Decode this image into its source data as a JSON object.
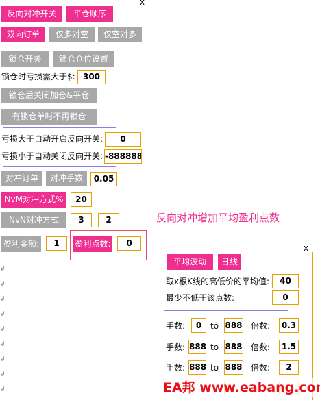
{
  "panel": {
    "close": "x",
    "btn_reverse_hedge": "反向对冲开关",
    "btn_close_order": "平仓顺序",
    "btn_dual_order": "双向订单",
    "btn_long_hedge_short": "仅多对空",
    "btn_short_hedge_long": "仅空对多",
    "btn_lock_switch": "锁仓开关",
    "btn_lock_position_settings": "锁仓仓位设置",
    "lock_loss_label": "锁仓时亏损需大于$:",
    "lock_loss_value": "300",
    "btn_close_add_after_lock": "锁仓后关闭加仓&平仓",
    "btn_no_relock": "有锁仓单时不再锁仓",
    "auto_on_label": "亏损大于自动开启反向开关:",
    "auto_on_value": "0",
    "auto_off_label": "亏损小于自动关闭反向开关:",
    "auto_off_value": "-888888",
    "btn_hedge_order": "对冲订单",
    "btn_hedge_lots": "对冲手数",
    "hedge_lots_value": "0.05",
    "btn_nvm": "NvM对冲方式%",
    "nvm_value": "20",
    "btn_nvn": "NvN对冲方式",
    "nvn_value1": "3",
    "nvn_value2": "2",
    "btn_profit_amount": "盈利金额:",
    "profit_amount_value": "1",
    "btn_profit_points": "盈利点数:",
    "profit_points_value": "0"
  },
  "annotation": {
    "text": "反向对冲增加平均盈利点数",
    "color": "#ee2f8f"
  },
  "popup": {
    "close": "x",
    "btn_avg_wave": "平均波动",
    "btn_daily": "日线",
    "avg_label": "取x根K线的高低价的平均值:",
    "avg_value": "40",
    "min_label": "最少不低于该点数:",
    "min_value": "0",
    "rows": [
      {
        "lots_label": "手数:",
        "from": "0",
        "to_label": "to",
        "to": "888",
        "mult_label": "倍数:",
        "mult": "0.3"
      },
      {
        "lots_label": "手数:",
        "from": "888",
        "to_label": "to",
        "to": "888",
        "mult_label": "倍数:",
        "mult": "1.5"
      },
      {
        "lots_label": "手数:",
        "from": "888",
        "to_label": "to",
        "to": "888",
        "mult_label": "倍数:",
        "mult": "2"
      }
    ]
  },
  "watermark": {
    "text": "EA邦 www.eabang.com"
  },
  "colors": {
    "accent": "#ee2f8f",
    "button_gray": "#a8a8a8",
    "input_border": "#e8a000",
    "separator": "#8a80e0",
    "annotation_box": "#e0506a"
  }
}
